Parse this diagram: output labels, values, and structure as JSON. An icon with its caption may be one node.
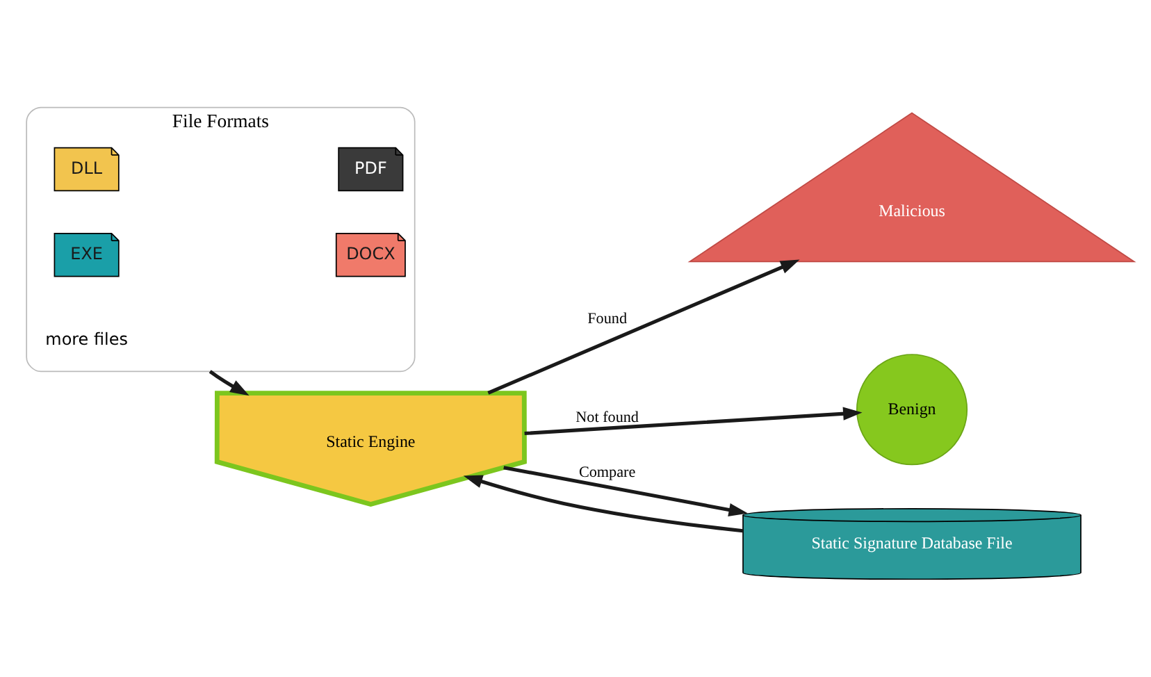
{
  "diagram": {
    "nodes": [
      {
        "text": [
          "File Formats"
        ],
        "beside": [
          "more files"
        ]
      },
      {
        "text": [
          "EXE"
        ],
        "in": 0
      },
      {
        "text": [
          "DLL"
        ],
        "in": 0
      },
      {
        "text": [
          "DOCX"
        ],
        "in": 0
      },
      {
        "text": [
          "PDF"
        ],
        "in": 0
      },
      {
        "text": [
          "Static Engine"
        ]
      },
      {
        "text": [
          "Malicious"
        ]
      },
      {
        "text": [
          "Benign"
        ]
      },
      {
        "text": [
          "Static Signature Database File"
        ]
      }
    ],
    "edges": [
      {
        "from": 0,
        "to": 5,
        "arrow": "to"
      },
      {
        "from": 5,
        "to": 6,
        "arrow": "to",
        "label": "Found"
      },
      {
        "from": 5,
        "to": 7,
        "arrow": "to",
        "label": "Not found"
      },
      {
        "from": 5,
        "to": 8,
        "arrow": "to",
        "label": "Compare"
      },
      {
        "from": 8,
        "to": 5,
        "arrow": "to"
      }
    ]
  }
}
